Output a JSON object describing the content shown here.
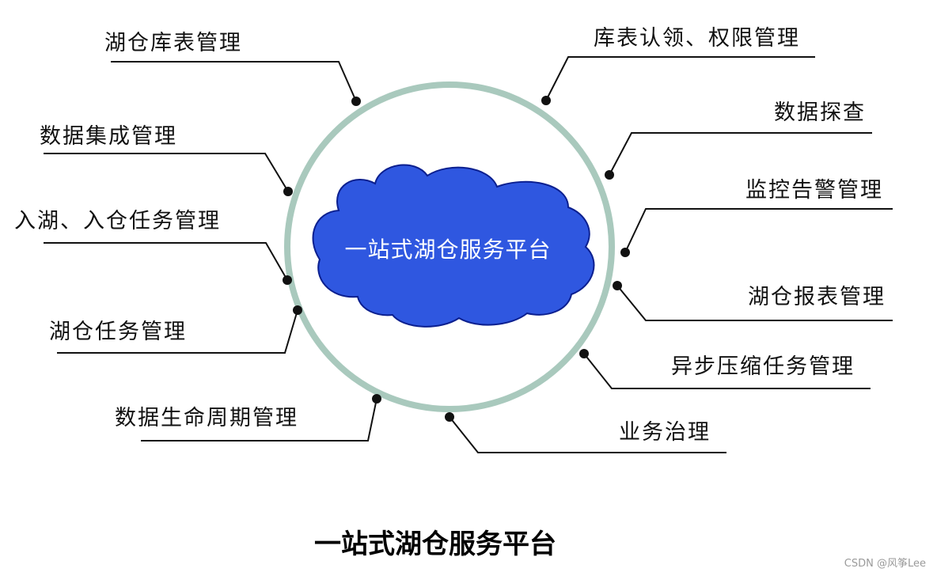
{
  "diagram": {
    "center_label": "一站式湖仓服务平台",
    "caption": "一站式湖仓服务平台",
    "watermark": "CSDN @风筝Lee",
    "colors": {
      "ring": "#a9c9bd",
      "cloud_fill": "#2f57e0",
      "cloud_stroke": "#0b1f8f",
      "line": "#111111",
      "text": "#111111"
    },
    "left_items": [
      "湖仓库表管理",
      "数据集成管理",
      "入湖、入仓任务管理",
      "湖仓任务管理",
      "数据生命周期管理"
    ],
    "right_items": [
      "库表认领、权限管理",
      "数据探查",
      "监控告警管理",
      "湖仓报表管理",
      "异步压缩任务管理",
      "业务治理"
    ]
  }
}
